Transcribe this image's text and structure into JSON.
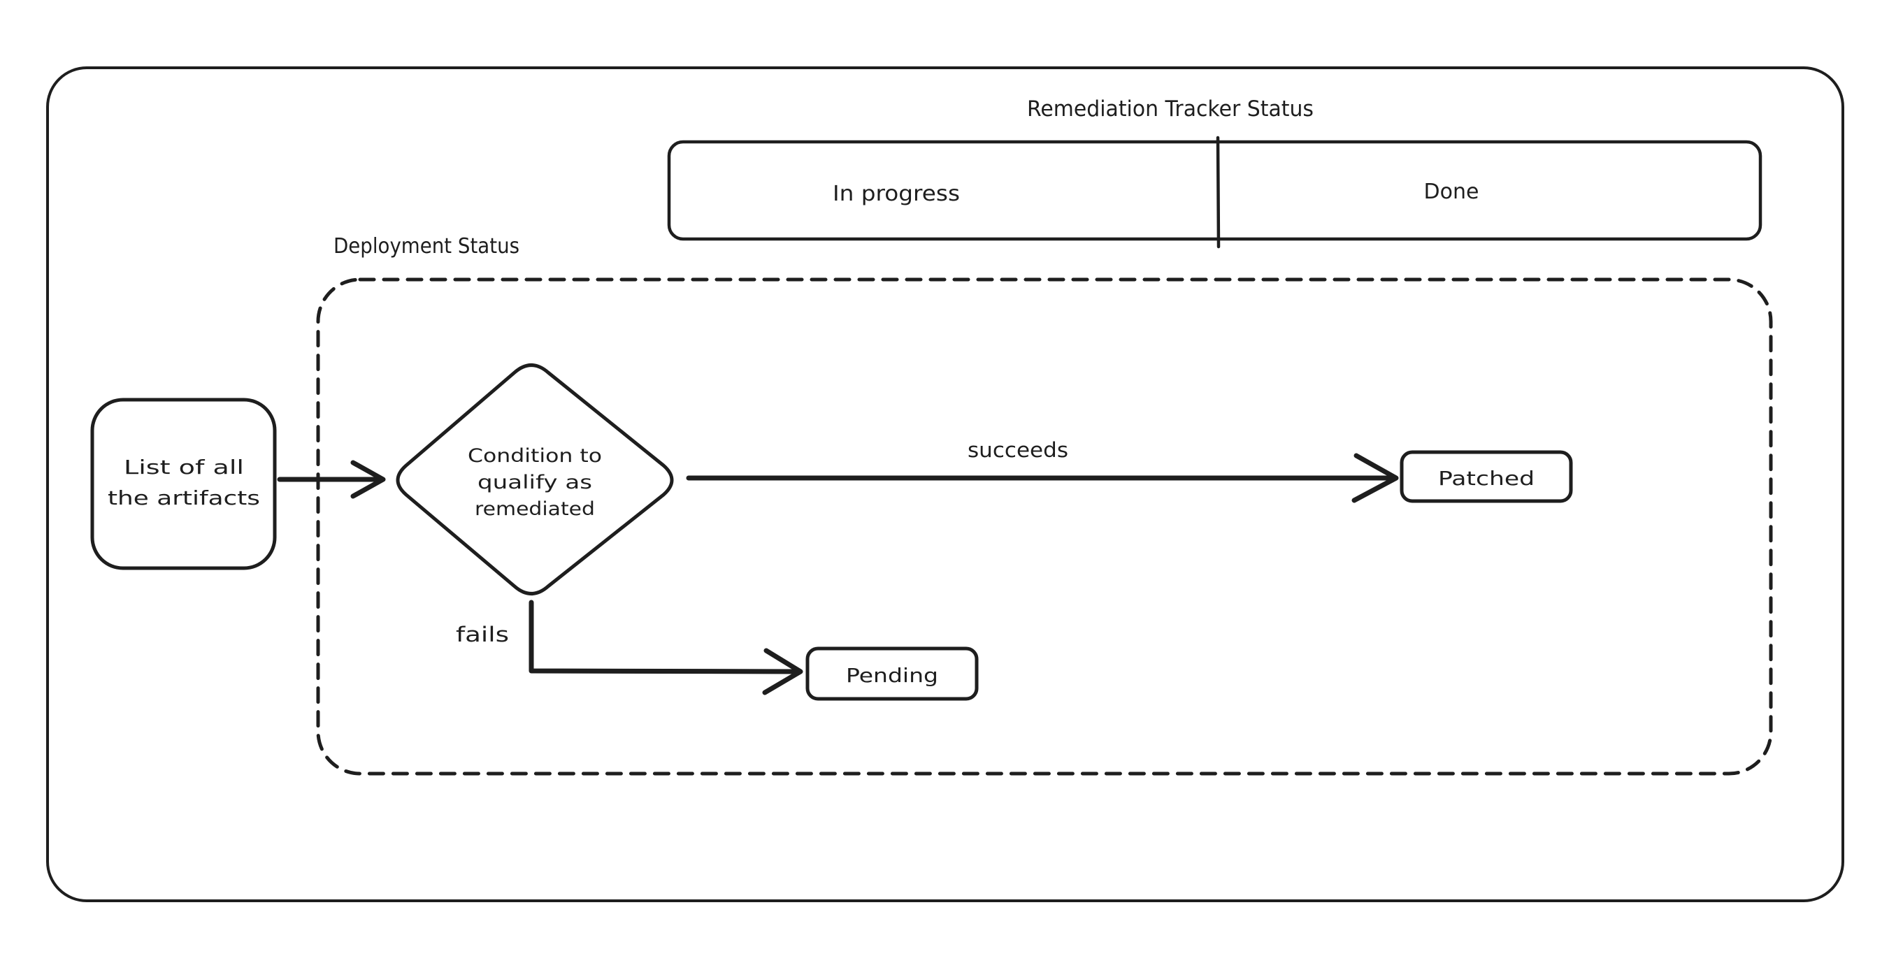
{
  "colors": {
    "ink": "#1e1e1e",
    "canvas": "#ffffff"
  },
  "title": "Remediation Tracker Status",
  "tracker": {
    "in_progress": "In progress",
    "done": "Done"
  },
  "deployment": {
    "label": "Deployment Status"
  },
  "nodes": {
    "artifacts": {
      "line1": "List of all",
      "line2": "the artifacts"
    },
    "condition": {
      "line1": "Condition to",
      "line2": "qualify as",
      "line3": "remediated"
    },
    "patched": "Patched",
    "pending": "Pending"
  },
  "edges": {
    "succeeds": "succeeds",
    "fails": "fails"
  }
}
